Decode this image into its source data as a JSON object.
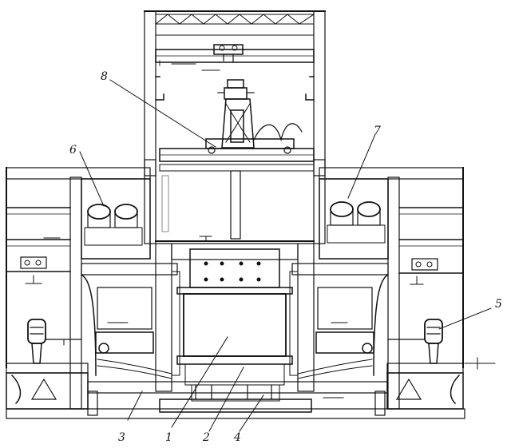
{
  "callouts": {
    "c1": "1",
    "c2": "2",
    "c3": "3",
    "c4": "4",
    "c5": "5",
    "c6": "6",
    "c7": "7",
    "c8": "8"
  },
  "colors": {
    "ink": "#111111",
    "paper": "#ffffff",
    "concrete": "#d8d8d8"
  }
}
